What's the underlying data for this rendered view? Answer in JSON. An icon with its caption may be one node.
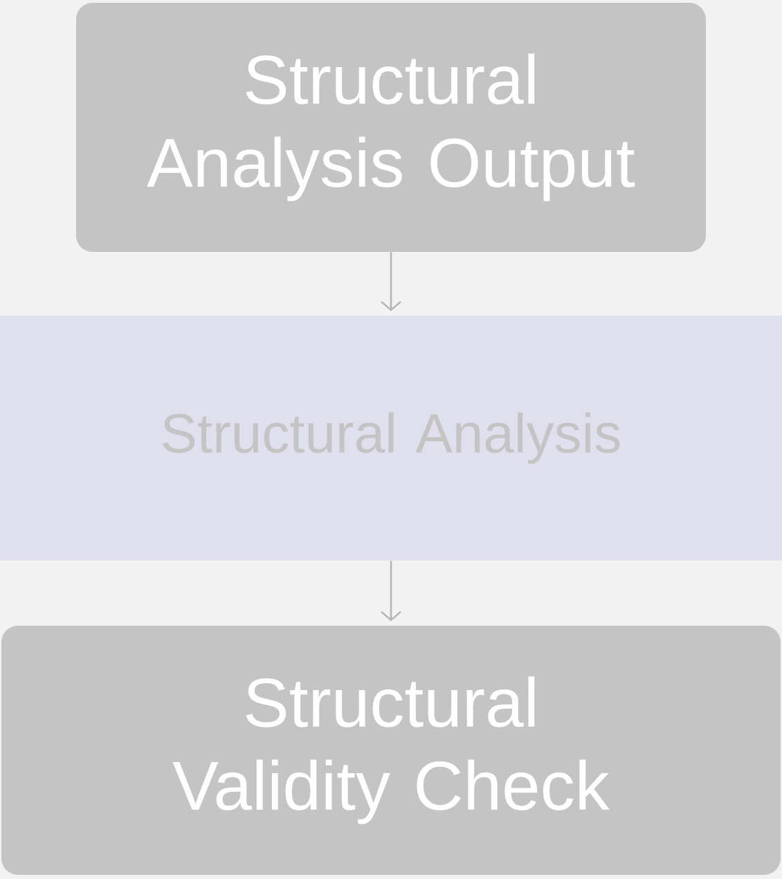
{
  "diagram": {
    "nodes": [
      {
        "text": [
          "Structural Analysis Output"
        ]
      },
      {
        "text": [
          "Structural Analysis"
        ]
      },
      {
        "text": [
          "Structural Validity Check"
        ]
      }
    ],
    "edges": [
      {
        "from": 0,
        "to": 1,
        "arrow": "to"
      },
      {
        "from": 1,
        "to": 2,
        "arrow": "to"
      }
    ]
  }
}
